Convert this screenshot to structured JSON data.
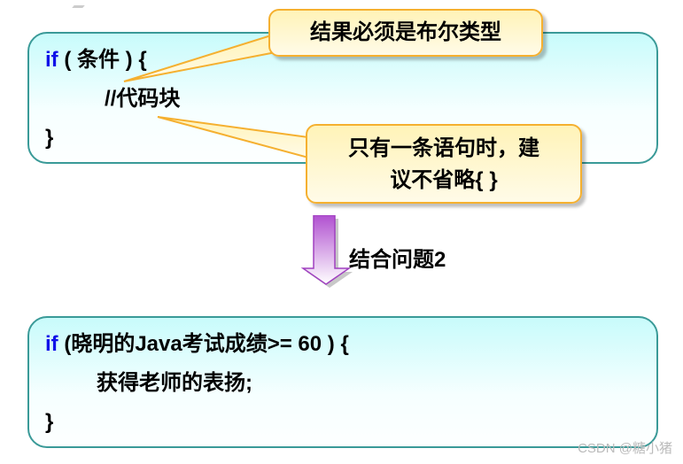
{
  "top_example": {
    "line1_keyword": "if",
    "line1_rest": " ( 条件 ) {",
    "line2": "//代码块",
    "line3": "}"
  },
  "callouts": {
    "boolean_note": "结果必须是布尔类型",
    "braces_note_line1": "只有一条语句时，建",
    "braces_note_line2": "议不省略{  }"
  },
  "transition": {
    "label": "结合问题2",
    "arrow_color": "#a040c0"
  },
  "bottom_example": {
    "line1_keyword": "if",
    "line1_rest": " (晓明的Java考试成绩>= 60 ) {",
    "line2": "获得老师的表扬;",
    "line3": "}"
  },
  "watermark": "CSDN @糖小猪"
}
